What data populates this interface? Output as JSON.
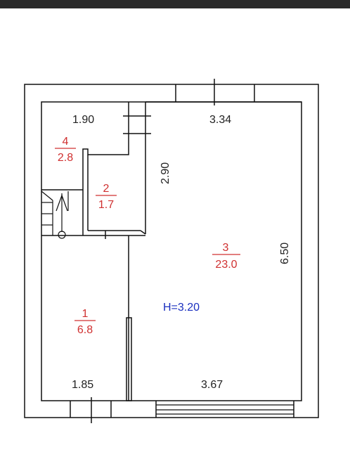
{
  "dimensions": {
    "top_left": "1.90",
    "top_right": "3.34",
    "vertical_mid": "2.90",
    "vertical_right": "6.50",
    "bottom_left": "1.85",
    "bottom_right": "3.67"
  },
  "rooms": [
    {
      "number": "4",
      "area": "2.8"
    },
    {
      "number": "2",
      "area": "1.7"
    },
    {
      "number": "3",
      "area": "23.0"
    },
    {
      "number": "1",
      "area": "6.8"
    }
  ],
  "ceiling_height": "H=3.20",
  "colors": {
    "wall": "#111111",
    "dimension_text": "#222222",
    "room_label": "#d03030",
    "height_label": "#1a2fbf",
    "top_bar": "#2a2a2a"
  }
}
